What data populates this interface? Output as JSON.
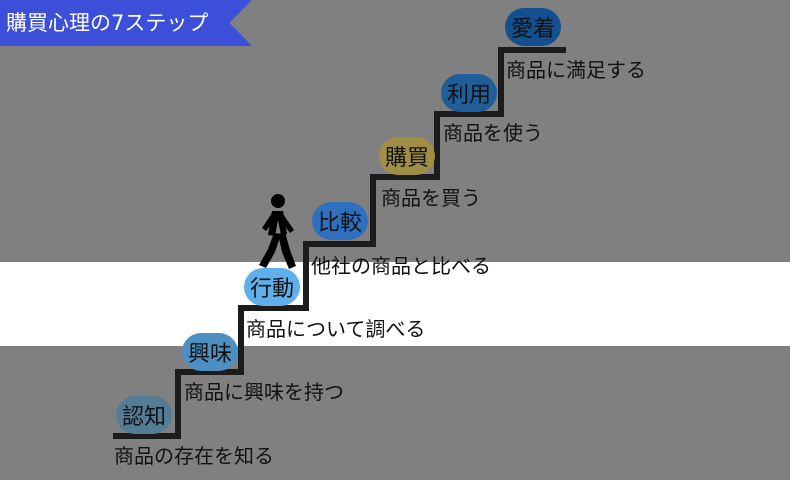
{
  "title": "購買心理の7ステップ",
  "colors": {
    "banner": "#3b4fd8",
    "stairs": "#1c1c1c",
    "band_gray": "#808080",
    "band_white": "#ffffff"
  },
  "icons": {
    "walker": "walking-person-icon"
  },
  "steps": [
    {
      "label": "認知",
      "desc": "商品の存在を知る",
      "color": "#537d96"
    },
    {
      "label": "興味",
      "desc": "商品に興味を持つ",
      "color": "#4e8fc2"
    },
    {
      "label": "行動",
      "desc": "商品について調べる",
      "color": "#5fb0ea"
    },
    {
      "label": "比較",
      "desc": "他社の商品と比べる",
      "color": "#2f6fc0"
    },
    {
      "label": "購買",
      "desc": "商品を買う",
      "color": "#a08e45"
    },
    {
      "label": "利用",
      "desc": "商品を使う",
      "color": "#1e5f9a"
    },
    {
      "label": "愛着",
      "desc": "商品に満足する",
      "color": "#135090"
    }
  ]
}
